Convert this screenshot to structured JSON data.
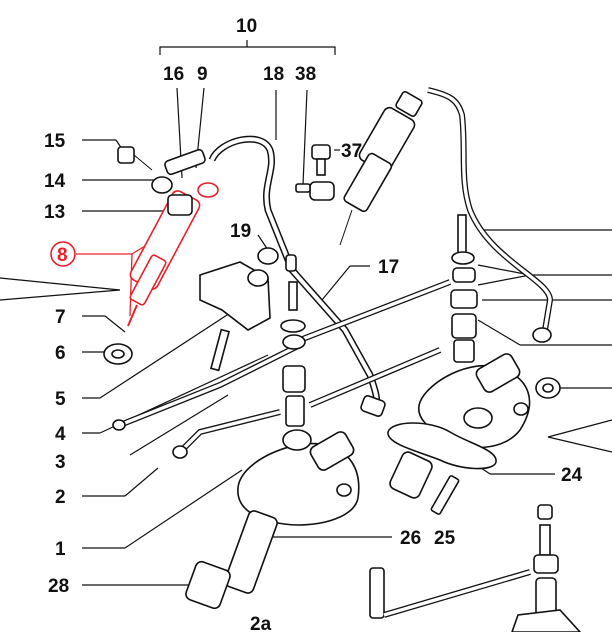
{
  "labels": {
    "l10": "10",
    "l16": "16",
    "l9": "9",
    "l18": "18",
    "l38": "38",
    "l15": "15",
    "l37": "37",
    "l14": "14",
    "l13": "13",
    "l19": "19",
    "l8": "8",
    "l17": "17",
    "l7": "7",
    "l6": "6",
    "l5": "5",
    "l4": "4",
    "l3": "3",
    "l2": "2",
    "l1": "1",
    "l24": "24",
    "l26": "26",
    "l25": "25",
    "l28": "28",
    "l2a": "2a"
  },
  "colors": {
    "highlight": "#e8202a",
    "line": "#111111",
    "background": "#ffffff"
  },
  "highlighted_part": "8"
}
